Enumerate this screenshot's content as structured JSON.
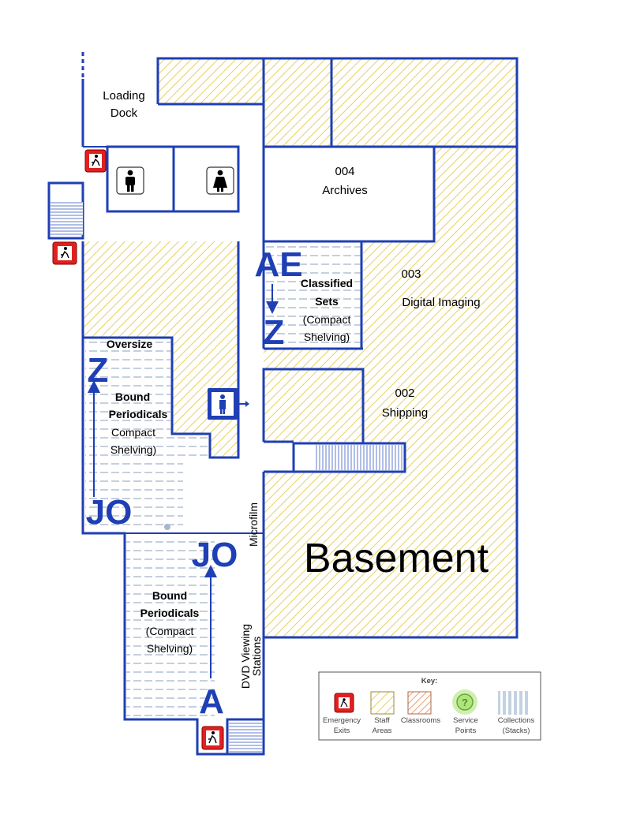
{
  "floor": {
    "name": "Basement"
  },
  "rooms": {
    "loading_dock": [
      "Loading",
      "Dock"
    ],
    "archives": {
      "number": "004",
      "name": "Archives"
    },
    "digital_imaging": {
      "number": "003",
      "name": "Digital Imaging"
    },
    "shipping": {
      "number": "002",
      "name": "Shipping"
    }
  },
  "collections": {
    "classified_sets": {
      "lines": [
        "Classified",
        "Sets",
        "(Compact",
        "Shelving)"
      ],
      "range_start": "AE",
      "range_end": "Z"
    },
    "oversize": {
      "label": "Oversize",
      "range_end": "Z"
    },
    "bound_periodicals_upper": {
      "lines": [
        "Bound",
        "Periodicals",
        "Compact",
        "Shelving)"
      ],
      "range_start": "JO"
    },
    "bound_periodicals_lower": {
      "lines": [
        "Bound",
        "Periodicals",
        "(Compact",
        "Shelving)"
      ],
      "range_start": "A",
      "range_end": "JO"
    }
  },
  "areas": {
    "microfilm": "Microfilm",
    "dvd_stations": [
      "DVD Viewing",
      "Stations"
    ]
  },
  "icons": {
    "mens_restroom": "male-restroom-icon",
    "womens_restroom": "female-restroom-icon",
    "elevator": "elevator-icon",
    "emergency_exit": "emergency-exit-icon"
  },
  "key": {
    "title": "Key:",
    "items": [
      {
        "icon": "emergency-exit-icon",
        "lines": [
          "Emergency",
          "Exits"
        ]
      },
      {
        "icon": "staff-areas-swatch",
        "lines": [
          "Staff",
          "Areas"
        ]
      },
      {
        "icon": "classrooms-swatch",
        "lines": [
          "Classrooms"
        ]
      },
      {
        "icon": "service-points-icon",
        "lines": [
          "Service",
          "Points"
        ]
      },
      {
        "icon": "collections-swatch",
        "lines": [
          "Collections",
          "(Stacks)"
        ]
      }
    ]
  },
  "colors": {
    "walls": "#1f3fb5",
    "staff_hatch": "#e6d060",
    "classroom_hatch": "#e08a5a",
    "service_point": "#aee67a",
    "collections_stripes": "#b8c8d8",
    "exit_red": "#e02020"
  }
}
